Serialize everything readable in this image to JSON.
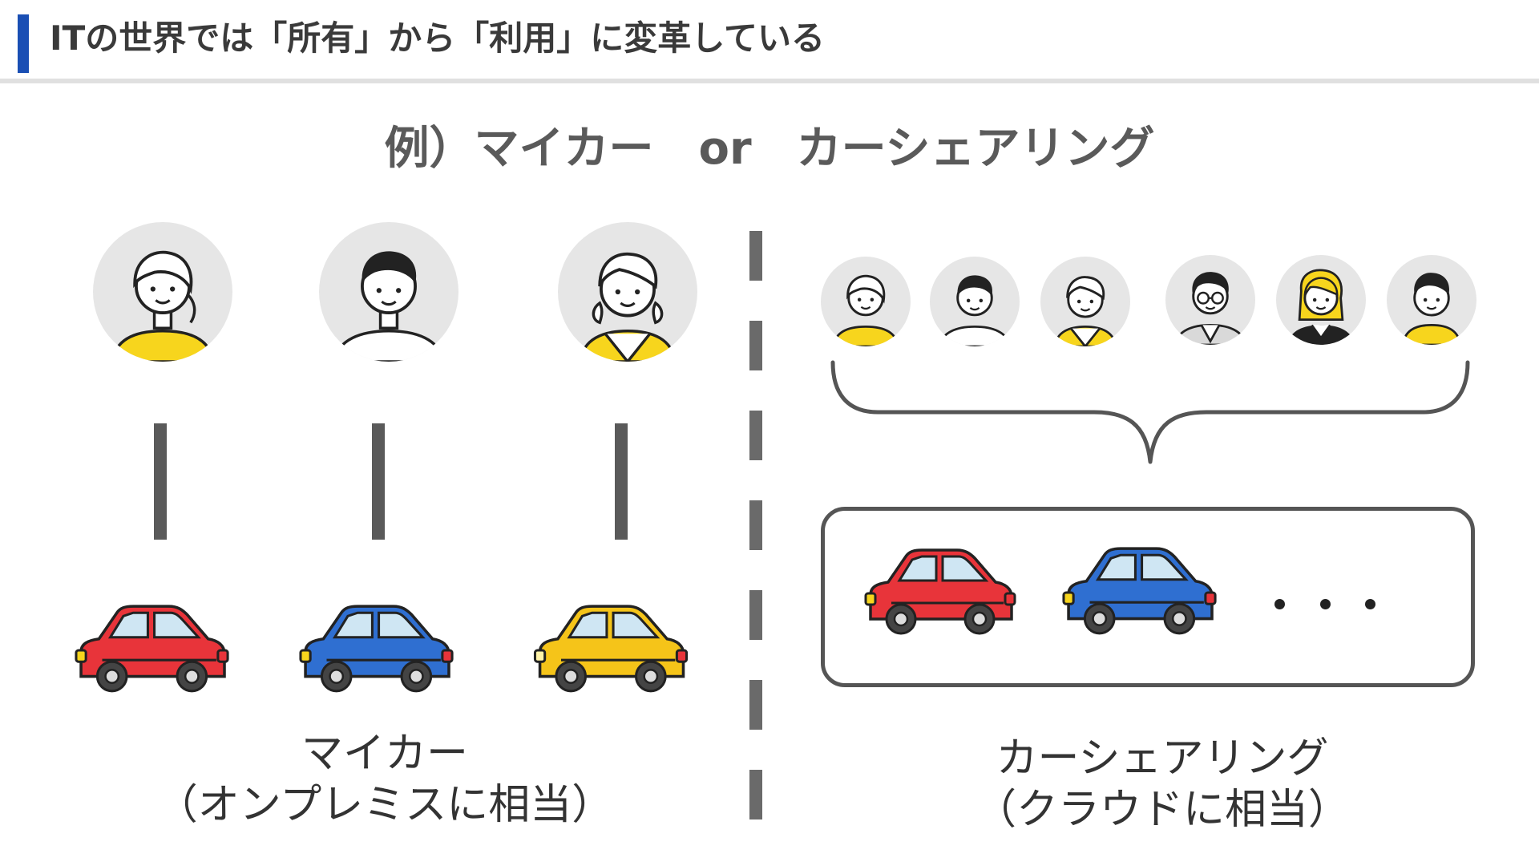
{
  "header": {
    "title": "ITの世界では「所有」から「利用」に変革している"
  },
  "subtitle": "例）マイカー　or　カーシェアリング",
  "left": {
    "caption_line1": "マイカー",
    "caption_line2": "（オンプレミスに相当）",
    "avatars": [
      "woman-avatar",
      "man-avatar",
      "girl-avatar"
    ],
    "cars": [
      "#e8343a",
      "#2f6fd1",
      "#f5c419"
    ]
  },
  "right": {
    "caption_line1": "カーシェアリング",
    "caption_line2": "（クラウドに相当）",
    "avatars": [
      "woman-avatar",
      "man-avatar",
      "girl-avatar",
      "glasses-man-avatar",
      "blonde-woman-avatar",
      "boy-avatar"
    ],
    "cars": [
      "#e8343a",
      "#2f6fd1"
    ]
  },
  "colors": {
    "accent_blue": "#1a4fb4",
    "shirt_yellow": "#f7d51d",
    "divider_gray": "#6a6a6a"
  }
}
